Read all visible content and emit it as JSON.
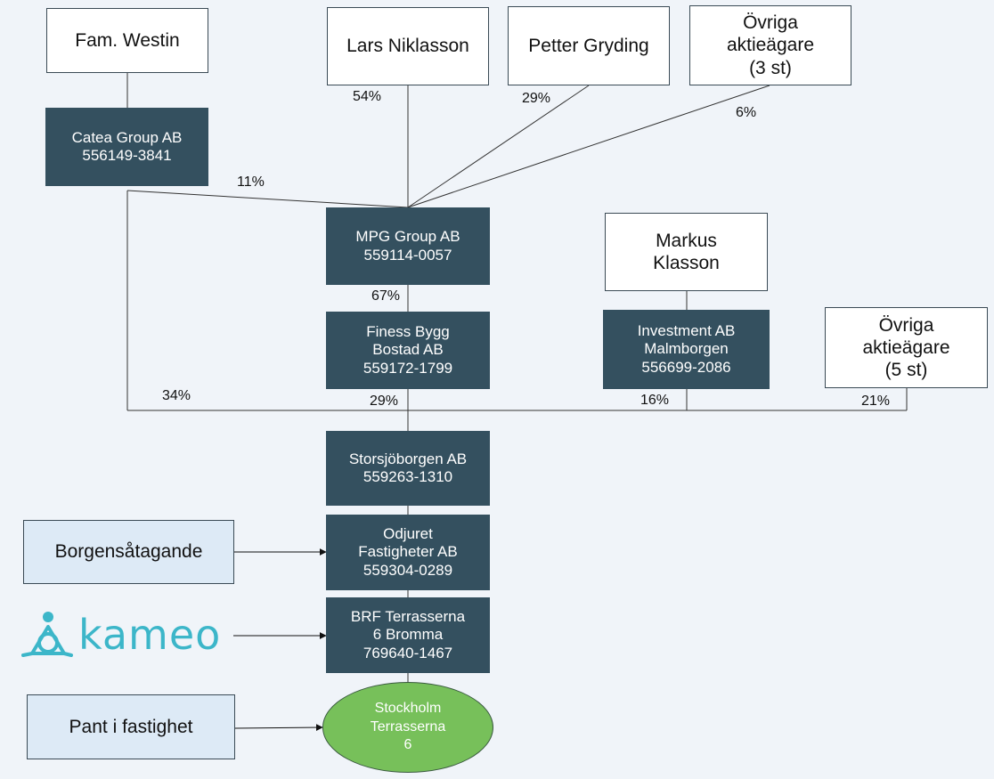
{
  "nodes": {
    "fam_westin": "Fam. Westin",
    "lars": "Lars Niklasson",
    "petter": "Petter Gryding",
    "ovriga3": "Övriga\naktieägare\n(3 st)",
    "catea": "Catea Group AB\n556149-3841",
    "mpg": "MPG Group AB\n559114-0057",
    "markus": "Markus\nKlasson",
    "finess": "Finess Bygg\nBostad AB\n559172-1799",
    "investment": "Investment AB\nMalmborgen\n556699-2086",
    "ovriga5": "Övriga\naktieägare\n(5 st)",
    "storsjo": "Storsjöborgen AB\n559263-1310",
    "odjuret": "Odjuret\nFastigheter AB\n559304-0289",
    "brf": "BRF Terrasserna\n6 Bromma\n769640-1467",
    "stockholm": "Stockholm\nTerrasserna\n6",
    "borgen": "Borgensåtagande",
    "pant": "Pant i fastighet",
    "kameo": "kameo"
  },
  "percentages": {
    "lars_mpg": "54%",
    "petter_mpg": "29%",
    "ovriga3_mpg": "6%",
    "catea_mpg": "11%",
    "mpg_finess": "67%",
    "catea_storsjo": "34%",
    "finess_storsjo": "29%",
    "investment_storsjo": "16%",
    "ovriga5_storsjo": "21%"
  },
  "colors": {
    "dark_box": "#34505f",
    "light_box": "#ddeaf6",
    "ellipse": "#77c05a",
    "logo": "#3cb6c9"
  },
  "icons": {
    "logo": "kameo-logo-icon"
  }
}
